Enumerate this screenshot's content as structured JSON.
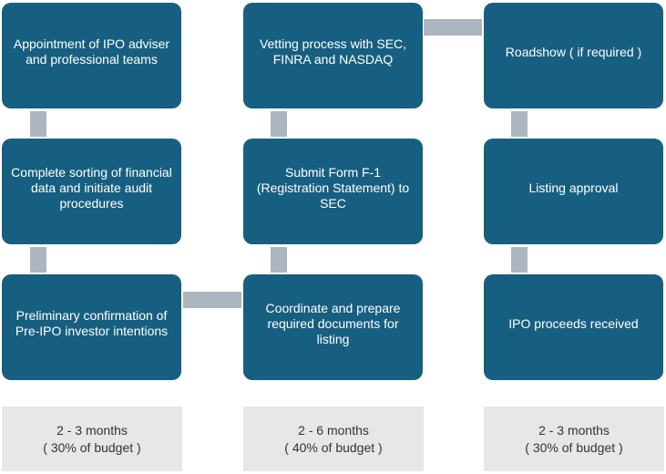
{
  "steps": [
    "Appointment of IPO adviser and professional teams",
    "Complete sorting of financial data and initiate audit procedures",
    "Preliminary confirmation of Pre-IPO investor intentions",
    "Vetting process with SEC, FINRA and NASDAQ",
    "Submit Form F-1 (Registration Statement) to SEC",
    "Coordinate and prepare required documents for listing",
    "Roadshow ( if required )",
    "Listing approval",
    "IPO proceeds received"
  ],
  "phases": [
    {
      "duration": "2 - 3 months",
      "budget": "( 30% of budget )"
    },
    {
      "duration": "2 - 6 months",
      "budget": "( 40% of budget )"
    },
    {
      "duration": "2 - 3 months",
      "budget": "( 30% of budget )"
    }
  ],
  "colors": {
    "step": "#175f80",
    "connector": "#abb6c0",
    "phase": "#e7e7e7"
  }
}
